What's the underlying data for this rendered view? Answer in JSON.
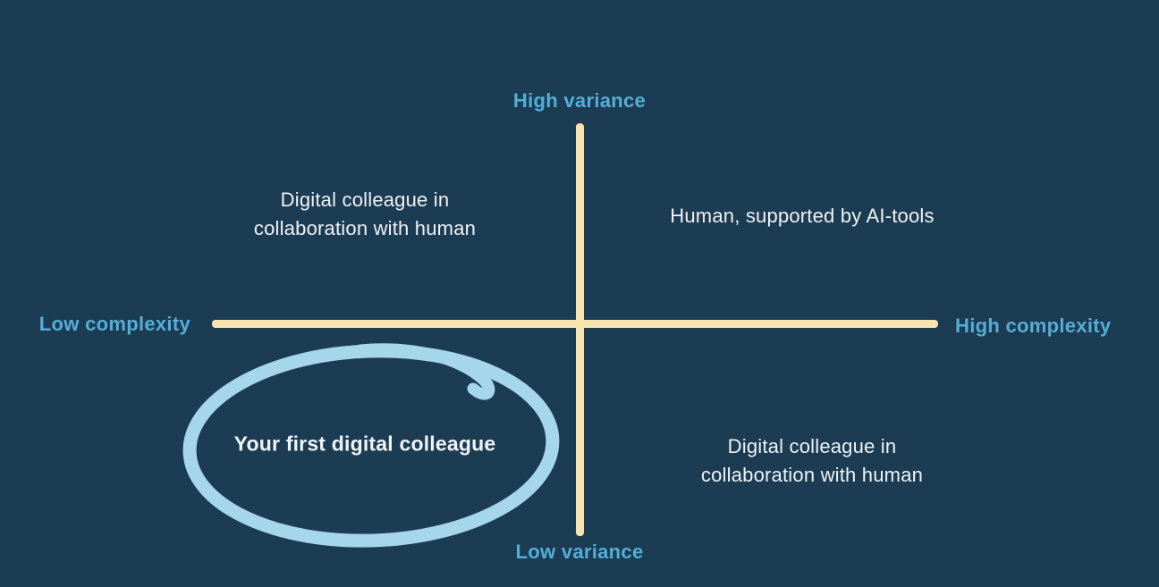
{
  "colors": {
    "background": "#1c3c54",
    "axis": "#f7e4ae",
    "axis_label": "#54aed6",
    "text": "#eef3f5",
    "circle": "#a5d6e9"
  },
  "diagram": {
    "type": "quadrant-matrix",
    "axes": {
      "top_label": "High variance",
      "bottom_label": "Low variance",
      "left_label": "Low complexity",
      "right_label": "High complexity"
    },
    "quadrants": {
      "top_left": "Digital colleague in collaboration with human",
      "top_right": "Human, supported by AI-tools",
      "bottom_left": "Your first digital colleague",
      "bottom_right": "Digital colleague in collaboration with human"
    },
    "annotation": {
      "shape": "hand-drawn-ellipse",
      "location": "bottom_left_quadrant",
      "label": "Your first digital colleague"
    }
  }
}
